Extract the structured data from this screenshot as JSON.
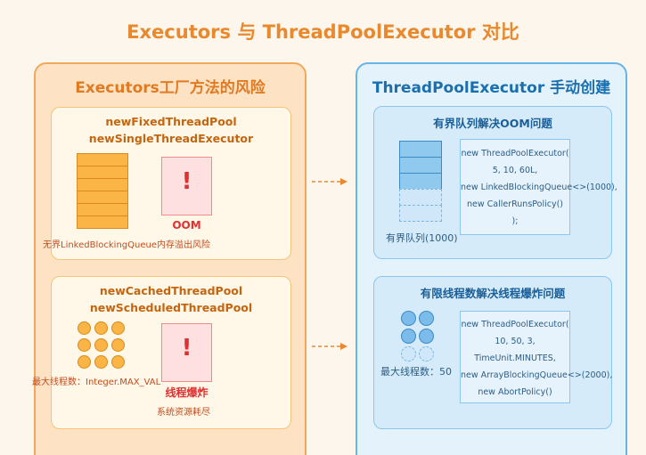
{
  "title": "Executors 与 ThreadPoolExecutor 对比",
  "left": {
    "title": "Executors工厂方法的风险",
    "card1": {
      "line1": "newFixedThreadPool",
      "line2": "newSingleThreadExecutor",
      "mark": "!",
      "err_title": "OOM",
      "left_caption": "无界LinkedBlockingQueue",
      "right_caption": "内存溢出风险"
    },
    "card2": {
      "line1": "newCachedThreadPool",
      "line2": "newScheduledThreadPool",
      "mark": "!",
      "err_title": "线程爆炸",
      "left_caption": "最大线程数：Integer.MAX_VAL",
      "right_caption": "系统资源耗尽"
    }
  },
  "right": {
    "title": "ThreadPoolExecutor 手动创建",
    "card1": {
      "head": "有界队列解决OOM问题",
      "caption": "有界队列(1000)",
      "code": [
        "new ThreadPoolExecutor(",
        "5, 10, 60L,",
        "new LinkedBlockingQueue<>(1000),",
        "new CallerRunsPolicy()",
        ");"
      ]
    },
    "card2": {
      "head": "有限线程数解决线程爆炸问题",
      "caption": "最大线程数：50",
      "code": [
        "new ThreadPoolExecutor(",
        "10, 50, 3,",
        "TimeUnit.MINUTES,",
        "new ArrayBlockingQueue<>(2000),",
        "new AbortPolicy()"
      ]
    }
  },
  "colors": {
    "accent_orange": "#e8892e",
    "accent_blue": "#1a6fae",
    "danger_red": "#e03131"
  }
}
